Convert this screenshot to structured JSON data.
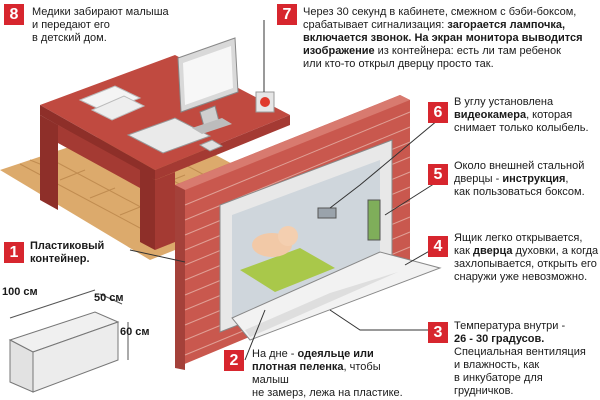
{
  "steps": [
    {
      "number": "8",
      "parts": [
        {
          "t": "Медики забирают малыша\nи передают его\nв детский дом.",
          "b": false
        }
      ]
    },
    {
      "number": "7",
      "parts": [
        {
          "t": "Через 30 секунд в кабинете, смежном с бэби-боксом,\nсрабатывает сигнализация: ",
          "b": false
        },
        {
          "t": "загорается лампочка,\nвключается звонок. На экран монитора выводится\nизображение",
          "b": true
        },
        {
          "t": " из контейнера: есть ли там ребенок\nили кто-то открыл дверцу просто так.",
          "b": false
        }
      ]
    },
    {
      "number": "6",
      "parts": [
        {
          "t": "В углу установлена\n",
          "b": false
        },
        {
          "t": "видеокамера",
          "b": true
        },
        {
          "t": ", которая\nснимает только колыбель.",
          "b": false
        }
      ]
    },
    {
      "number": "5",
      "parts": [
        {
          "t": "Около внешней стальной\nдверцы - ",
          "b": false
        },
        {
          "t": "инструкция",
          "b": true
        },
        {
          "t": ",\nкак пользоваться боксом.",
          "b": false
        }
      ]
    },
    {
      "number": "4",
      "parts": [
        {
          "t": "Ящик легко открывается,\nкак ",
          "b": false
        },
        {
          "t": "дверца",
          "b": true
        },
        {
          "t": " духовки, а когда\nзахлопывается, открыть его\nснаружи уже невозможно.",
          "b": false
        }
      ]
    },
    {
      "number": "3",
      "parts": [
        {
          "t": "Температура внутри -\n",
          "b": false
        },
        {
          "t": "26 - 30 градусов.",
          "b": true
        },
        {
          "t": "\nСпециальная вентиляция\nи влажность, как\nв инкубаторе для грудничков.",
          "b": false
        }
      ]
    },
    {
      "number": "2",
      "parts": [
        {
          "t": "На дне - ",
          "b": false
        },
        {
          "t": "одеяльце или\nплотная пеленка",
          "b": true
        },
        {
          "t": ", чтобы малыш\nне замерз, лежа на пластике.",
          "b": false
        }
      ]
    },
    {
      "number": "1",
      "parts": [
        {
          "t": "Пластиковый\nконтейнер.",
          "b": true
        }
      ]
    }
  ],
  "dimensions": {
    "width": "100 см",
    "depth": "50 см",
    "height": "60 см"
  },
  "colors": {
    "badge": "#d7262e",
    "brick": "#c8534a",
    "desk": "#b5413a",
    "floor": "#d9a467",
    "blanket": "#a9c84a"
  }
}
